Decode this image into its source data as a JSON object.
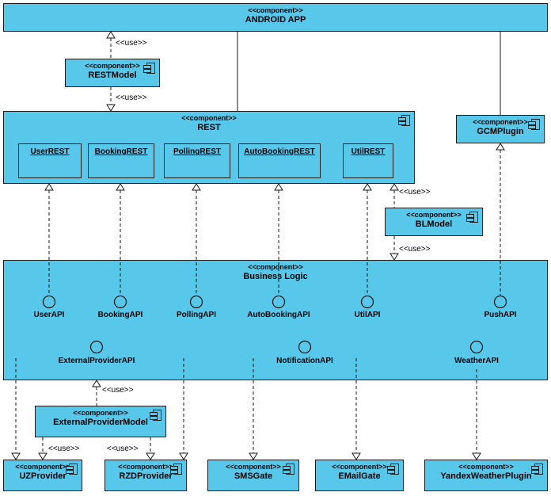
{
  "labels": {
    "stereotype": "<<component>>",
    "use": "<<use>>"
  },
  "colors": {
    "component_fill": "#57c7ea",
    "border": "#1a1a1a",
    "background": "#ffffff"
  },
  "components": {
    "android_app": "ANDROID APP",
    "rest_model": "RESTModel",
    "rest": "REST",
    "gcm_plugin": "GCMPlugin",
    "bl_model": "BLModel",
    "business_logic": "Business Logic",
    "external_provider_model": "ExternalProviderModel",
    "uz_provider": "UZProvider",
    "rzd_provider": "RZDProvider",
    "sms_gate": "SMSGate",
    "email_gate": "EMailGate",
    "yandex_weather_plugin": "YandexWeatherPlugin"
  },
  "rest_children": [
    "UserREST",
    "BookingREST",
    "PollingREST",
    "AutoBookingREST",
    "UtilREST"
  ],
  "interfaces_row1": [
    "UserAPI",
    "BookingAPI",
    "PollingAPI",
    "AutoBookingAPI",
    "UtilAPI",
    "PushAPI"
  ],
  "interfaces_row2": [
    "ExternalProviderAPI",
    "NotificationAPI",
    "WeatherAPI"
  ]
}
